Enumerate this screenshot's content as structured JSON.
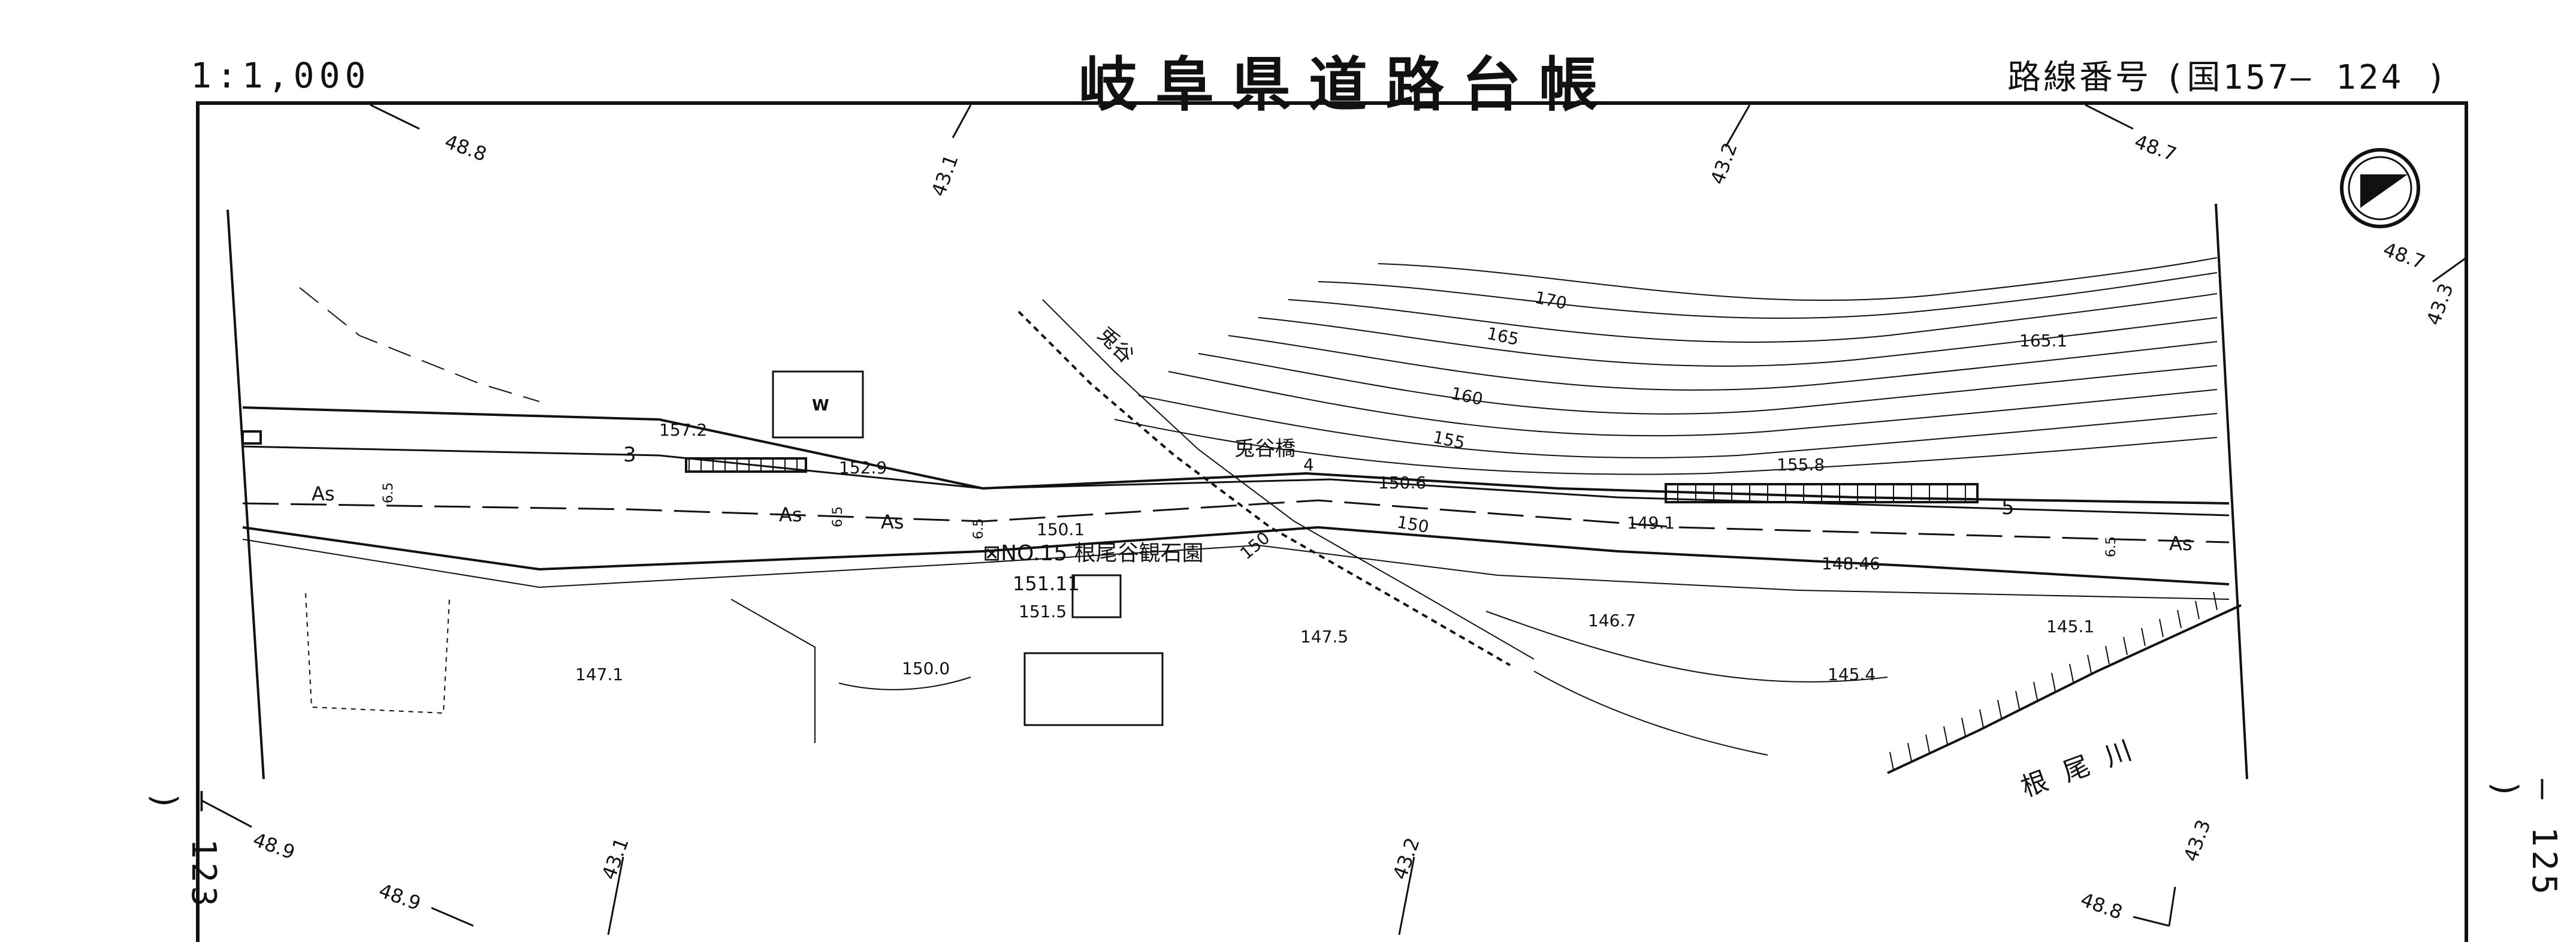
{
  "header": {
    "scale": "1:1,000",
    "title": "岐阜県道路台帳",
    "route_prefix": "路線番号",
    "route_number": "(国157— 124 )"
  },
  "sheet_refs": {
    "left": "— 123 )",
    "right": "— 125 )"
  },
  "grid_labels": {
    "top_left": "48.8",
    "top_mid_left": "43.1",
    "top_mid_right": "43.2",
    "top_right": "48.7",
    "right_upper_a": "48.7",
    "right_upper_b": "43.3",
    "bottom_left_a": "48.9",
    "bottom_left_b": "48.9",
    "bottom_mid_left": "43.1",
    "bottom_mid_right": "43.2",
    "bottom_right_a": "48.8",
    "bottom_right_b": "43.3"
  },
  "contours": [
    "170",
    "165",
    "160",
    "155",
    "150",
    "150"
  ],
  "spot_heights": [
    "165.1",
    "155.8",
    "152.9",
    "157.2",
    "150.6",
    "150.1",
    "149.1",
    "148.46",
    "151.11",
    "151.5",
    "147.5",
    "146.7",
    "145.4",
    "145.1",
    "147.1",
    "150.0"
  ],
  "labels": {
    "bridge": "兎谷橋",
    "ravine": "兎谷",
    "river": "根尾川",
    "landmark": "⊠NO.15 根尾谷観石園",
    "pavement": "As",
    "water_tank": "W",
    "station_3": "3",
    "station_4": "4",
    "station_5": "5",
    "width": "6.5"
  }
}
